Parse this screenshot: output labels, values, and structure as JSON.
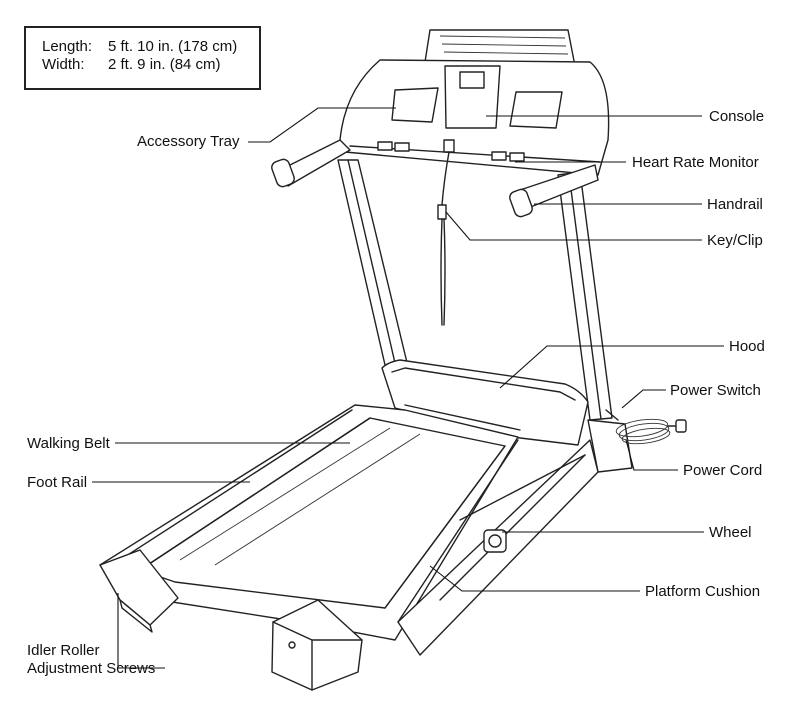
{
  "specs": {
    "length_label": "Length:",
    "length_value": "5 ft. 10 in. (178 cm)",
    "width_label": "Width:",
    "width_value": "2 ft. 9 in. (84 cm)"
  },
  "callouts": {
    "accessory_tray": "Accessory Tray",
    "console": "Console",
    "heart_rate_monitor": "Heart Rate Monitor",
    "handrail": "Handrail",
    "key_clip": "Key/Clip",
    "hood": "Hood",
    "power_switch": "Power Switch",
    "walking_belt": "Walking Belt",
    "power_cord": "Power Cord",
    "foot_rail": "Foot Rail",
    "wheel": "Wheel",
    "platform_cushion": "Platform Cushion",
    "idler_roller_line1": "Idler Roller",
    "idler_roller_line2": "Adjustment Screws"
  }
}
